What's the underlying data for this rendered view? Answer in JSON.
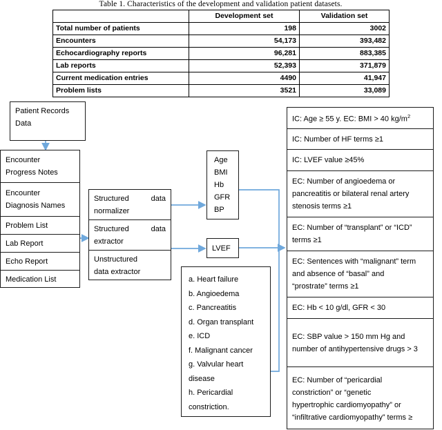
{
  "table": {
    "caption": "Table 1. Characteristics of the development and validation patient datasets.",
    "columns": [
      "",
      "Development set",
      "Validation set"
    ],
    "rows": [
      {
        "label": "Total number of patients",
        "development": "198",
        "validation": "3002"
      },
      {
        "label": "Encounters",
        "development": "54,173",
        "validation": "393,482"
      },
      {
        "label": "Echocardiography reports",
        "development": "96,281",
        "validation": "883,385"
      },
      {
        "label": "Lab reports",
        "development": "52,393",
        "validation": "371,879"
      },
      {
        "label": "Current medication entries",
        "development": "4490",
        "validation": "41,947"
      },
      {
        "label": "Problem lists",
        "development": "3521",
        "validation": "33,089"
      }
    ]
  },
  "flow": {
    "source_box": {
      "line1": "Patient Records",
      "line2": "Data"
    },
    "record_types": [
      {
        "line1": "Encounter",
        "line2": "Progress Notes"
      },
      {
        "line1": "Encounter",
        "line2": "Diagnosis Names"
      },
      {
        "line1": "Problem List",
        "line2": ""
      },
      {
        "line1": "Lab Report",
        "line2": ""
      },
      {
        "line1": "Echo Report",
        "line2": ""
      },
      {
        "line1": "Medication List",
        "line2": ""
      }
    ],
    "processors": [
      {
        "line1": "Structured",
        "word2": "data",
        "line2": "normalizer"
      },
      {
        "line1": "Structured",
        "word2": "data",
        "line2": "extractor"
      },
      {
        "line1": "Unstructured",
        "word2": "",
        "line2": "data extractor"
      }
    ],
    "variables_box": [
      "Age",
      "BMI",
      "Hb",
      "GFR",
      "BP"
    ],
    "lvef_box": "LVEF",
    "conditions_box": [
      "a. Heart failure",
      "b. Angioedema",
      "c. Pancreatitis",
      "d. Organ transplant",
      "e. ICD",
      "f. Malignant cancer",
      "g. Valvular heart",
      "disease",
      "h. Pericardial",
      "constriction."
    ],
    "criteria": [
      {
        "lines": [
          "IC: Age ≥ 55 y. EC: BMI > 40 kg/m"
        ],
        "superscript": "2"
      },
      {
        "lines": [
          "IC: Number of HF terms ≥1"
        ]
      },
      {
        "lines": [
          "IC: LVEF value ≥45%"
        ]
      },
      {
        "lines": [
          "EC: Number of angioedema or",
          "pancreatitis or bilateral renal artery",
          "stenosis terms ≥1"
        ]
      },
      {
        "lines": [
          "EC: Number of “transplant” or “ICD”",
          "terms ≥1"
        ]
      },
      {
        "lines": [
          "EC: Sentences with “malignant” term",
          "and absence of “basal” and",
          "“prostrate” terms ≥1"
        ]
      },
      {
        "lines": [
          "EC: Hb < 10 g/dl, GFR < 30"
        ]
      },
      {
        "lines": [
          "EC: SBP value > 150 mm Hg and",
          "number of antihypertensive drugs > 3"
        ]
      },
      {
        "lines": [
          "EC: Number of “pericardial",
          "constriction” or “genetic",
          "hypertrophic cardiomyopathy” or",
          "“infiltrative cardiomyopathy” terms ≥"
        ]
      }
    ]
  },
  "colors": {
    "arrow": "#6FA8DC",
    "border": "#1A1A1A",
    "background": "#FFFFFF"
  }
}
